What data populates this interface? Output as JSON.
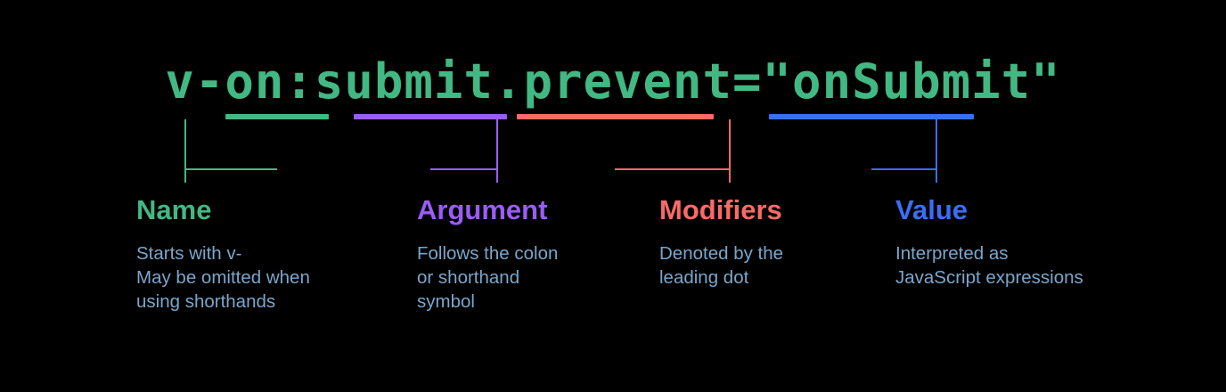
{
  "background_color": "#000000",
  "code": {
    "text": "v-on:submit.prevent=\"onSubmit\"",
    "color": "#42b883"
  },
  "colors": {
    "name": "#42b883",
    "argument": "#9b5cf6",
    "modifiers": "#fa6a66",
    "value": "#3b6ef5",
    "description": "#7aa6cc"
  },
  "parts": [
    {
      "id": "name",
      "heading": "Name",
      "description": "Starts with v-\nMay be omitted when\nusing shorthands",
      "color": "#42b883"
    },
    {
      "id": "argument",
      "heading": "Argument",
      "description": "Follows the colon\nor shorthand\nsymbol",
      "color": "#9b5cf6"
    },
    {
      "id": "modifiers",
      "heading": "Modifiers",
      "description": "Denoted by the\nleading dot",
      "color": "#fa6a66"
    },
    {
      "id": "value",
      "heading": "Value",
      "description": "Interpreted as\nJavaScript expressions",
      "color": "#3b6ef5"
    }
  ]
}
